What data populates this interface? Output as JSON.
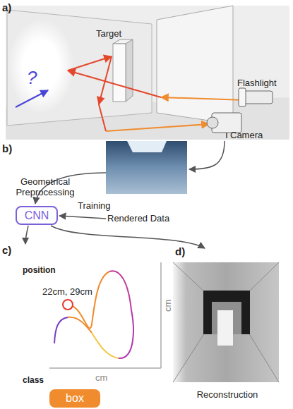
{
  "diagram": {
    "nodes": [
      {
        "text": [
          "CNN"
        ]
      },
      {
        "text": [
          "box"
        ]
      }
    ],
    "labels": [
      "a)",
      "Target",
      "?",
      "Flashlight",
      "Camera",
      "b)",
      "Geometrical Preprocessing",
      "Training",
      "Rendered Data",
      "c)",
      "position",
      "22cm, 29cm",
      "cm",
      "cm",
      "class",
      "d)",
      "Reconstruction"
    ]
  }
}
